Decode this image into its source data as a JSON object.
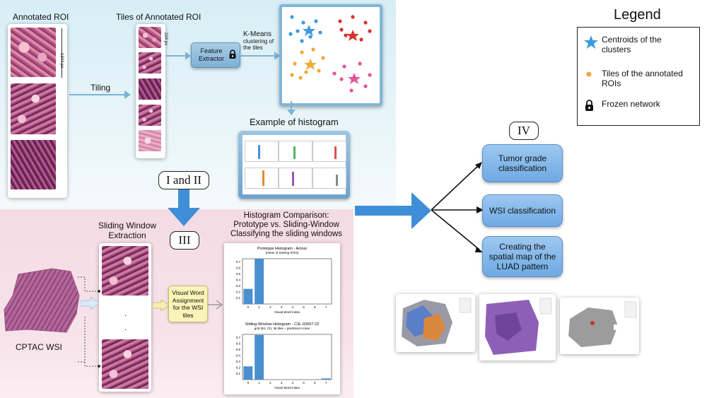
{
  "labels": {
    "annotated_roi": "Annotated ROI",
    "roi_size": "1344 px",
    "tiles_title": "Tiles of Annotated ROI",
    "tile_size": "224 px",
    "tiling": "Tiling",
    "feature_extractor_line1": "Feature",
    "feature_extractor_line2": "Extractor",
    "kmeans_line1": "K-Means",
    "kmeans_line2": "clustering of",
    "kmeans_line3": "the tiles",
    "example_histogram": "Example of histogram",
    "stage_1_2": "I and II",
    "stage_3": "III",
    "stage_4": "IV",
    "sliding_line1": "Sliding Window",
    "sliding_line2": "Extraction",
    "cptac": "CPTAC WSI",
    "visual_word_line1": "Visual Word",
    "visual_word_line2": "Assignment",
    "visual_word_line3": "for the WSI",
    "visual_word_line4": "tiles",
    "comparison_line1": "Histogram Comparison:",
    "comparison_line2": "Prototype vs. Sliding-Window",
    "comparison_line3": "Classifying the sliding windows",
    "proto_title": "Prototype Histogram - Acinar",
    "proto_subtitle": "(mean of training ROIs)",
    "sliding_title": "Sliding-Window Histogram - C3L-02667-22",
    "sliding_subtitle": "grid (94, 74), 36 tiles = predicted Acinar",
    "x_axis": "Visual Word Index",
    "dots": "."
  },
  "outputs": {
    "tumor_grade_line1": "Tumor grade",
    "tumor_grade_line2": "classification",
    "wsi_classification": "WSI classification",
    "spatial_line1": "Creating the",
    "spatial_line2": "spatial map of the",
    "spatial_line3": "LUAD pattern"
  },
  "legend": {
    "title": "Legend",
    "centroids_line1": "Centroids of the",
    "centroids_line2": "clusters",
    "tiles_line1": "Tiles of the annotated",
    "tiles_line2": "ROIs",
    "frozen": "Frozen network"
  },
  "colors": {
    "cluster_blue": "#3b9be0",
    "cluster_red": "#d9312b",
    "cluster_orange": "#efa93b",
    "cluster_pink": "#e0559b",
    "arrow_blue": "#3f8fd8"
  },
  "chart_data": [
    {
      "type": "bar",
      "title": "Prototype Histogram - Acinar",
      "subtitle": "(mean of training ROIs)",
      "xlabel": "Visual Word Index",
      "categories": [
        "0",
        "1",
        "2",
        "3",
        "4",
        "5",
        "6",
        "7"
      ],
      "values": [
        0.25,
        0.75,
        0,
        0,
        0,
        0,
        0,
        0
      ],
      "yticks": [
        "0.1",
        "0.2",
        "0.3",
        "0.4",
        "0.5",
        "0.6",
        "0.7"
      ],
      "ylim": [
        0,
        0.75
      ]
    },
    {
      "type": "bar",
      "title": "Sliding-Window Histogram - C3L-02667-22",
      "subtitle": "grid (94, 74), 36 tiles = predicted Acinar",
      "xlabel": "Visual Word Index",
      "categories": [
        "0",
        "1",
        "2",
        "3",
        "4",
        "5",
        "6",
        "7"
      ],
      "values": [
        0.22,
        0.74,
        0,
        0,
        0,
        0,
        0,
        0.02
      ],
      "yticks": [
        "0.1",
        "0.2",
        "0.3",
        "0.4",
        "0.5",
        "0.6",
        "0.7"
      ],
      "ylim": [
        0,
        0.75
      ]
    }
  ]
}
